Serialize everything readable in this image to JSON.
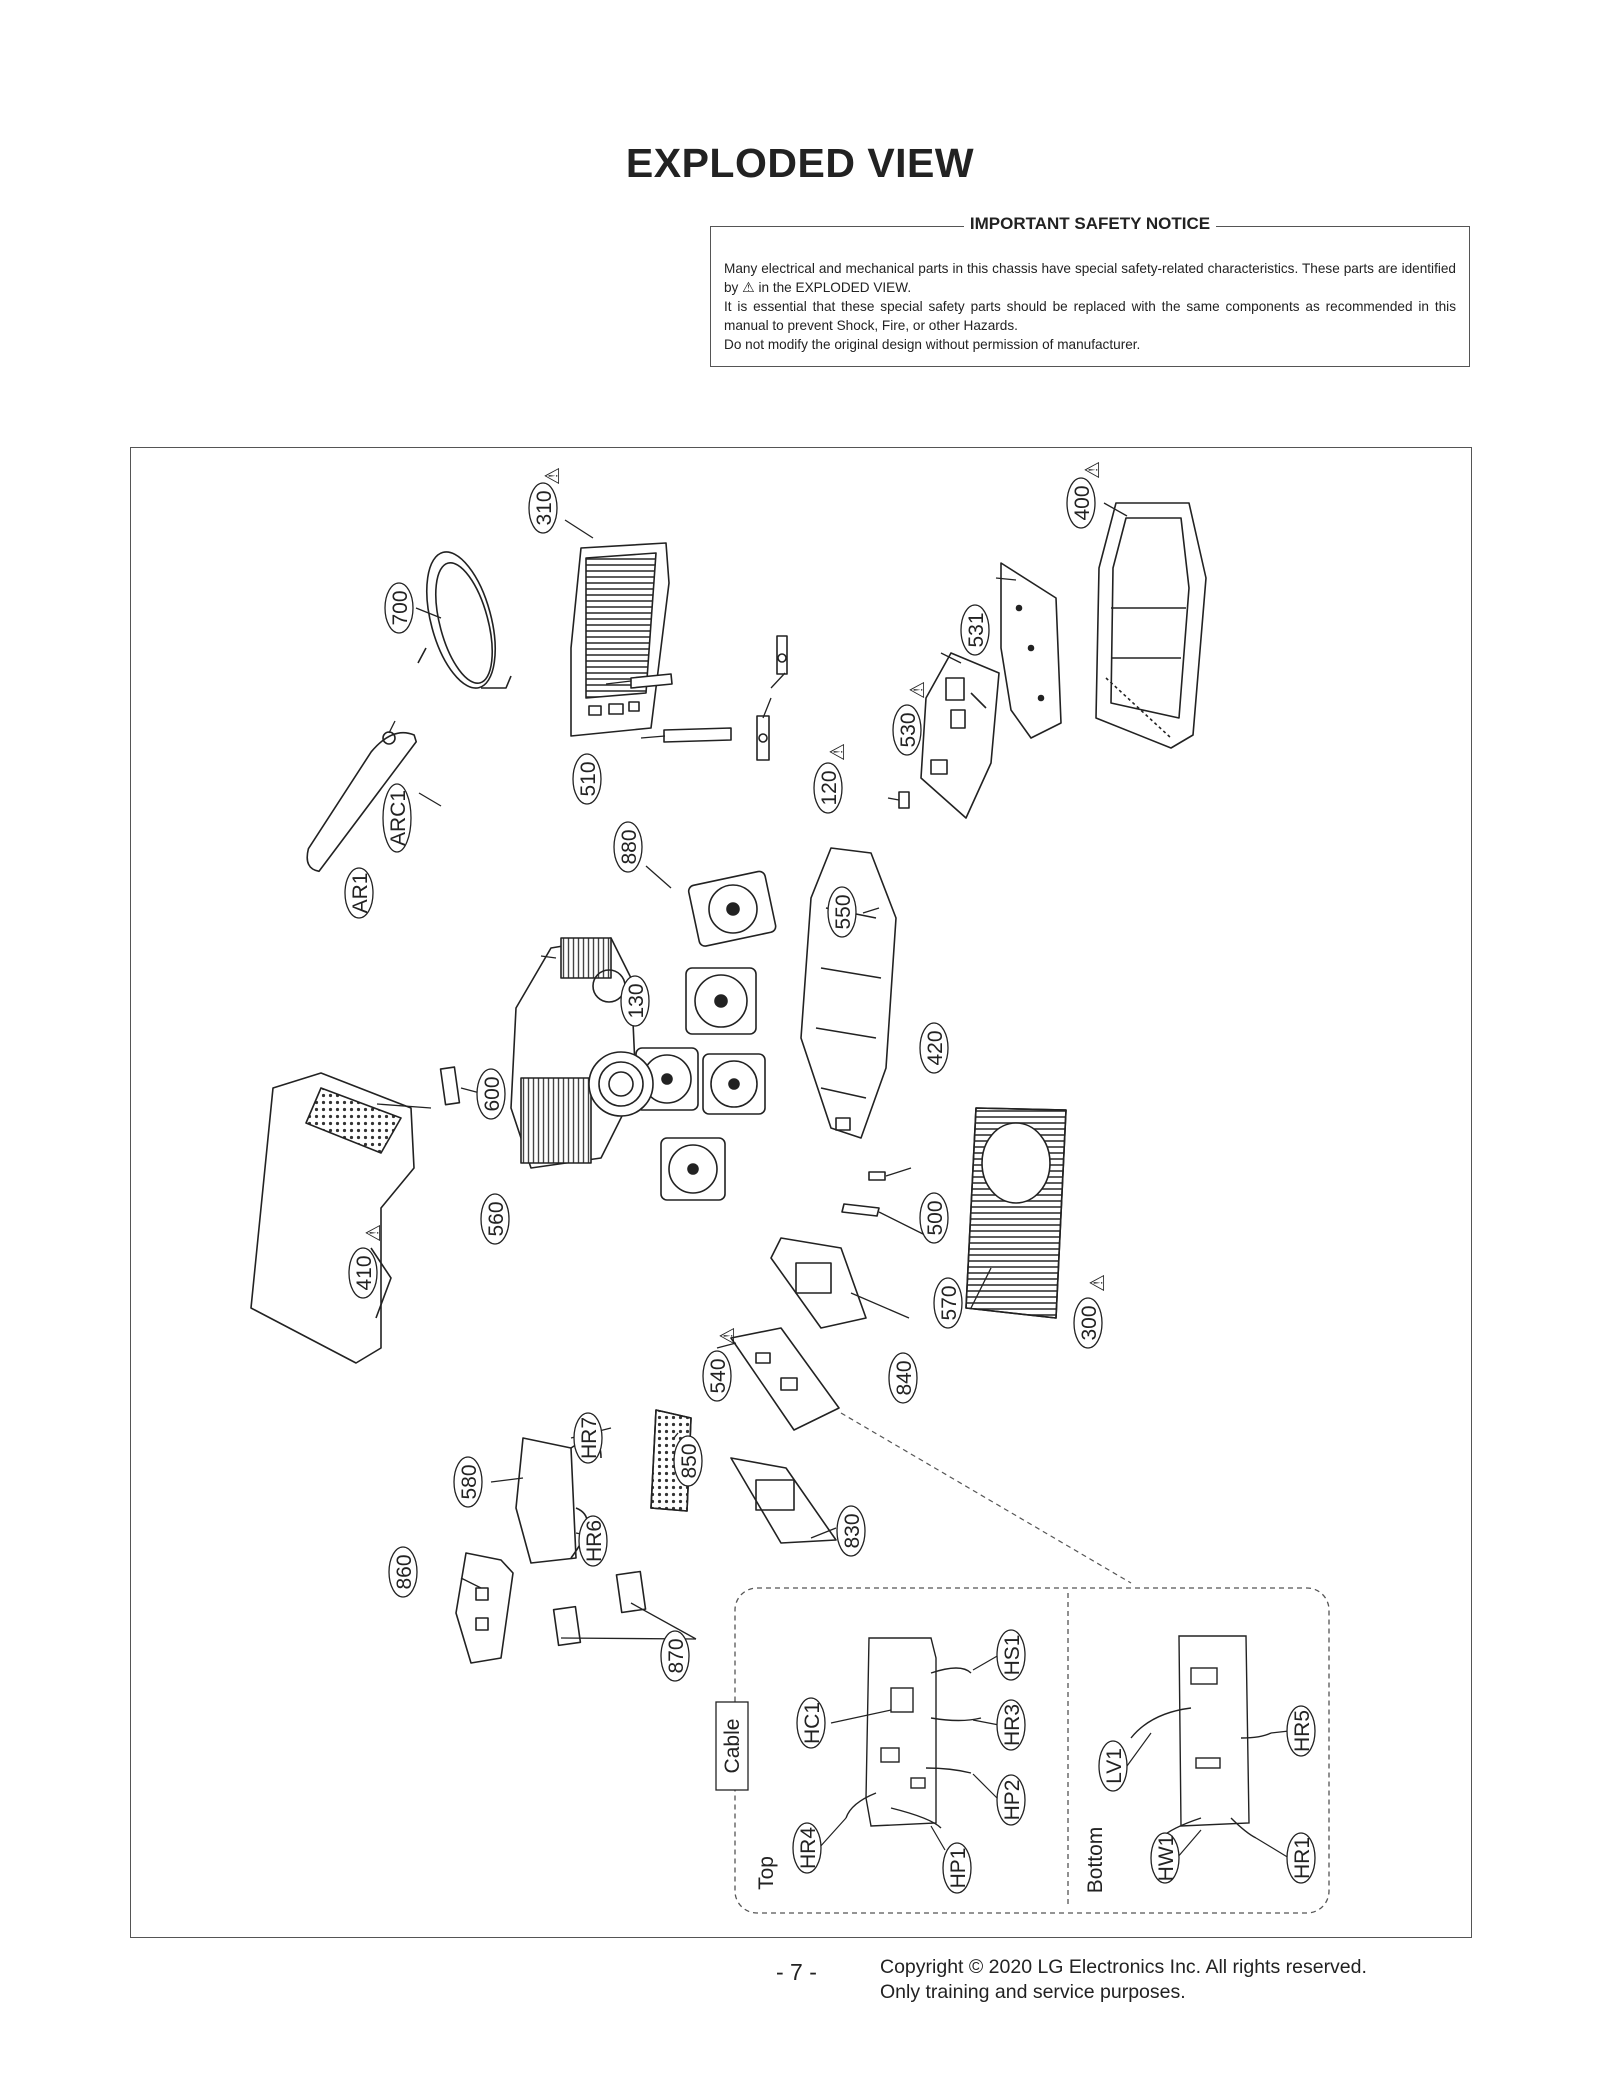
{
  "page": {
    "title": "EXPLODED VIEW",
    "notice": {
      "title": "IMPORTANT SAFETY NOTICE",
      "line1": "Many electrical and mechanical parts in this chassis have special safety-related characteristics. These parts are identified by",
      "line1_suffix": "in the EXPLODED VIEW.",
      "line2": "It is essential that these special safety parts should be replaced with the same components as recommended in this manual to prevent Shock, Fire, or other Hazards.",
      "line3": "Do not modify the original design without permission of manufacturer."
    },
    "footer": {
      "page_number": "- 7 -",
      "copyright": "Copyright © 2020 LG Electronics Inc. All rights reserved.",
      "usage": "Only training and service purposes."
    }
  },
  "diagram": {
    "safety_symbol": "⚠",
    "part_labels": {
      "p310": "310",
      "p400": "400",
      "p700": "700",
      "p531": "531",
      "p530": "530",
      "p510": "510",
      "p120": "120",
      "pARC1": "ARC1",
      "p880": "880",
      "pAR1": "AR1",
      "p550": "550",
      "p130": "130",
      "p420": "420",
      "p600": "600",
      "p560": "560",
      "p500": "500",
      "p410": "410",
      "p570": "570",
      "p300": "300",
      "p840": "840",
      "p540": "540",
      "pHR7": "HR7",
      "p850": "850",
      "p580": "580",
      "p830": "830",
      "pHR6": "HR6",
      "p860": "860",
      "p870": "870"
    },
    "inset": {
      "cable_label": "Cable",
      "top_label": "Top",
      "bottom_label": "Bottom",
      "labels": {
        "HS1": "HS1",
        "HC1": "HC1",
        "HR3": "HR3",
        "HP2": "HP2",
        "HR4": "HR4",
        "HP1": "HP1",
        "LV1": "LV1",
        "HR5": "HR5",
        "HW1": "HW1",
        "HR1": "HR1"
      }
    }
  }
}
